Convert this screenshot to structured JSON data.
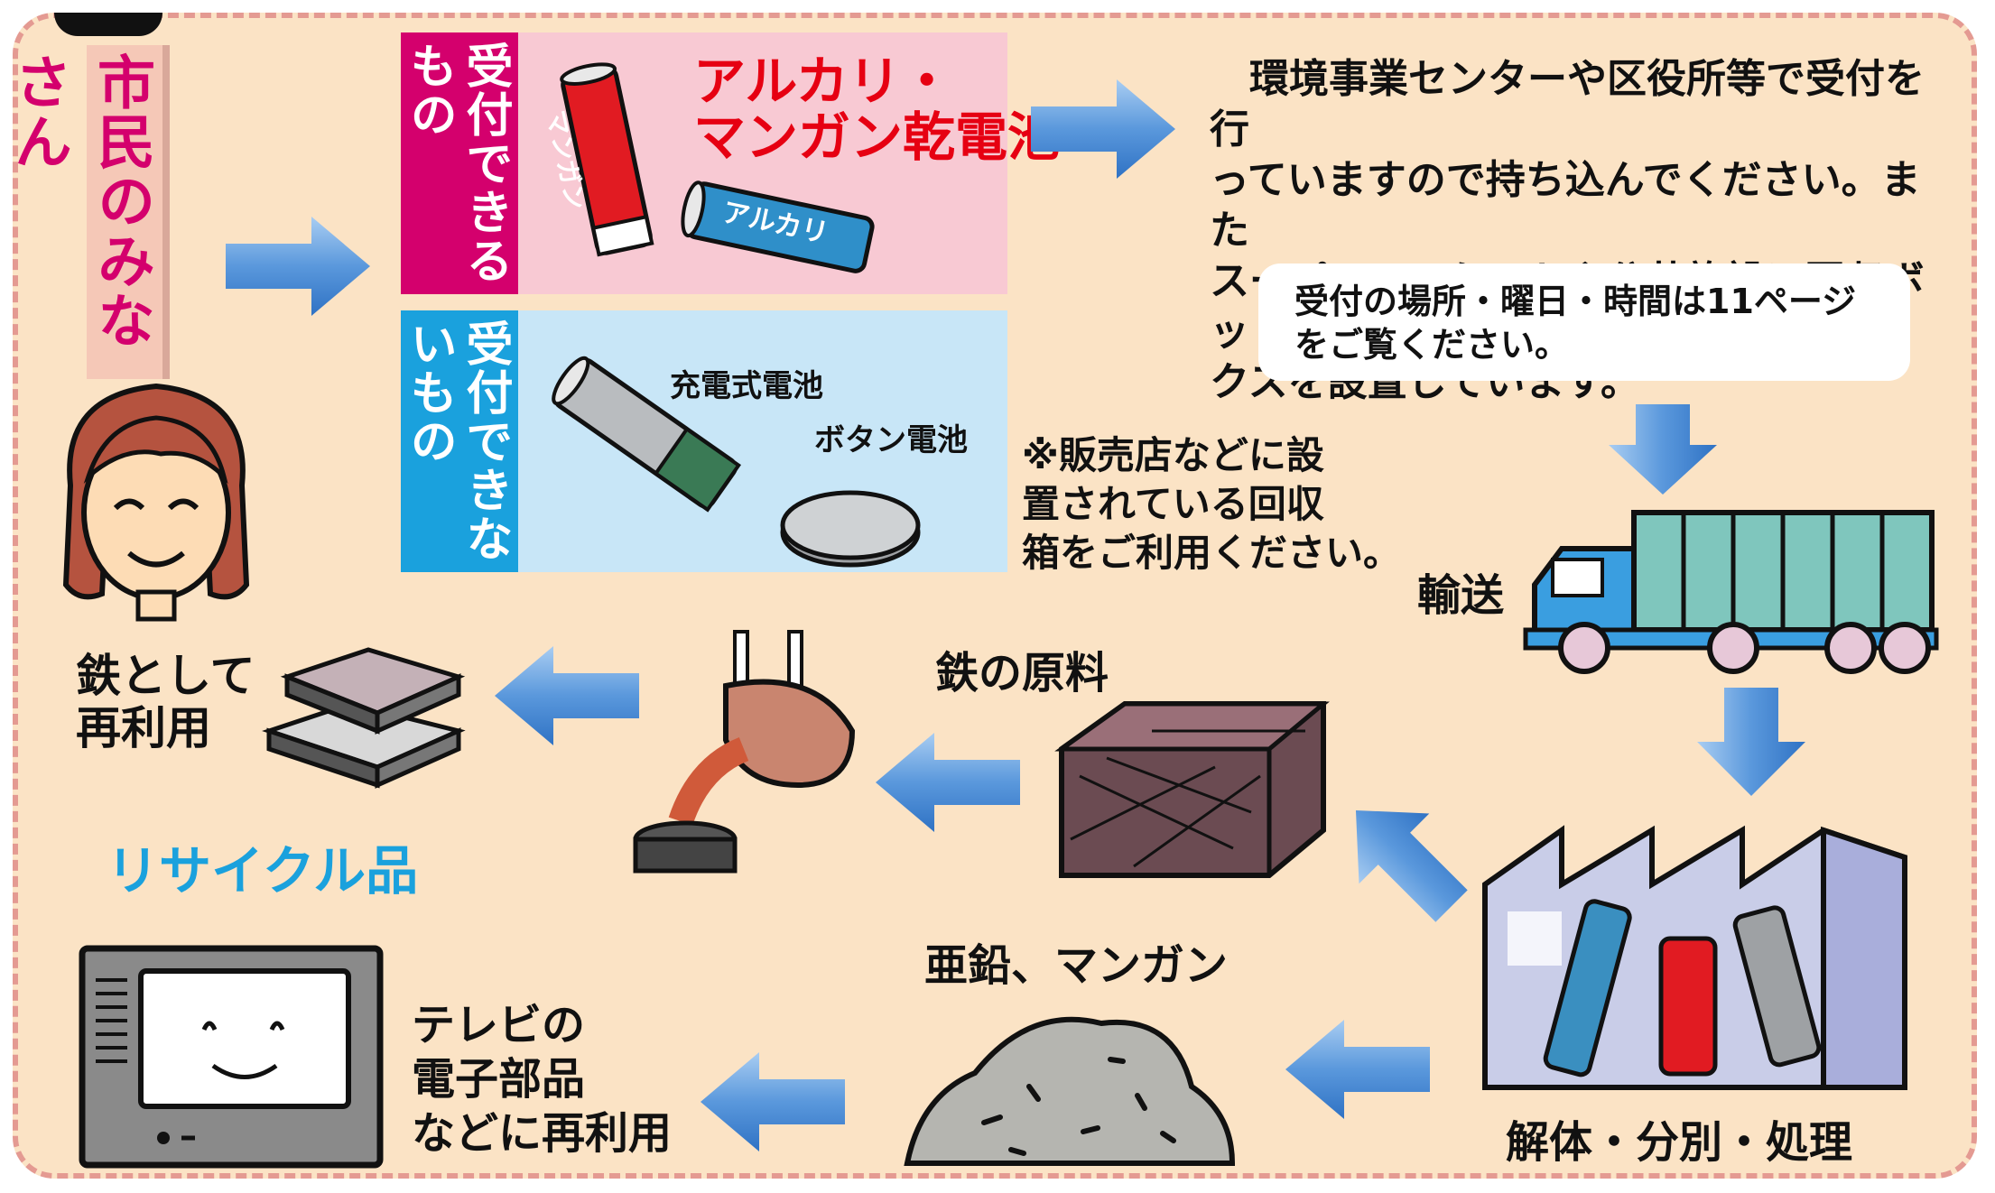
{
  "citizens_label": "市民のみなさん",
  "accept": {
    "tag": "受付できるもの",
    "title_line1": "アルカリ・",
    "title_line2": "マンガン乾電池",
    "battery_label_manganese": "マンガン",
    "battery_label_alkaline": "アルカリ"
  },
  "reject": {
    "tag": "受付できないもの",
    "rechargeable": "充電式電池",
    "button": "ボタン電池"
  },
  "dropoff_text": [
    "　環境事業センターや区役所等で受付を行",
    "っていますので持ち込んでください。また",
    "スーパーマーケットや公共施設に回収ボッ",
    "クスを設置しています。"
  ],
  "note": [
    "受付の場所・曜日・時間は11ページ",
    "をご覧ください。"
  ],
  "store_note": [
    "※販売店などに設",
    "置されている回収",
    "箱をご利用ください。"
  ],
  "transport_label": "輸送",
  "process_label": "解体・分別・処理",
  "iron_material_label": "鉄の原料",
  "reuse_iron": [
    "鉄として",
    "再利用"
  ],
  "recycled_products_label": "リサイクル品",
  "zinc_manganese_label": "亜鉛、マンガン",
  "tv_reuse": [
    "テレビの",
    "電子部品",
    "などに再利用"
  ],
  "colors": {
    "accent_magenta": "#d4006d",
    "accent_blue": "#1aa1dd",
    "arrow_blue": "#4a8fd6",
    "panel_bg": "#fbe3c5"
  }
}
